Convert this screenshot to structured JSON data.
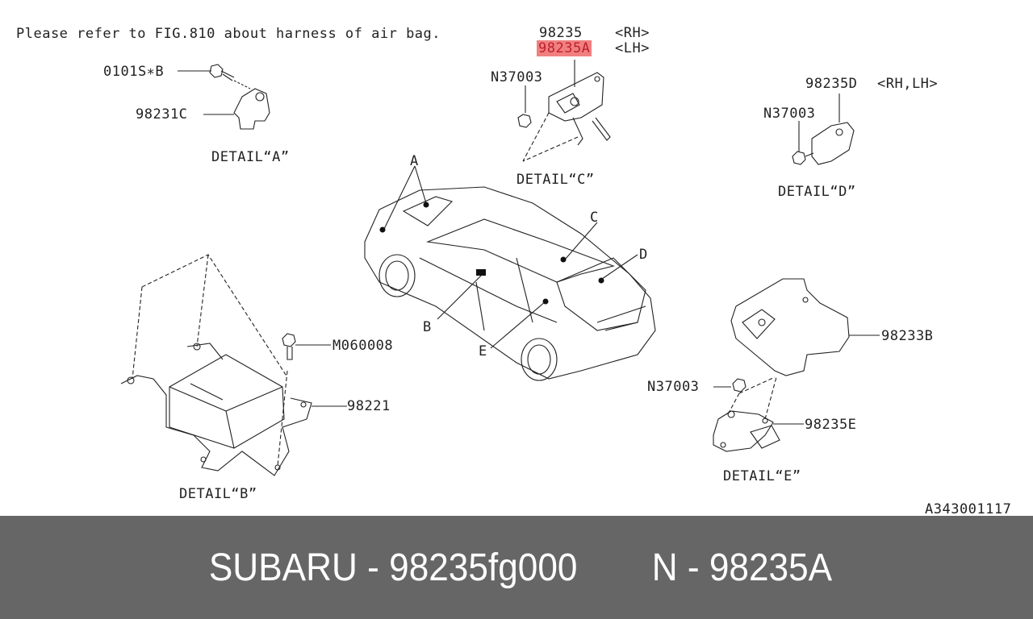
{
  "note": "Please refer to FIG.810 about harness of air bag.",
  "figure_id": "A343001117",
  "highlight_color": "#f08080",
  "highlight_text_color": "#c0202a",
  "footer": {
    "brand_part": "SUBARU - 98235fg000",
    "n_part": "N - 98235A",
    "background": "#666666"
  },
  "details": {
    "a": {
      "title": "DETAIL“A”",
      "parts": [
        "0101S∗B",
        "98231C"
      ]
    },
    "b": {
      "title": "DETAIL“B”",
      "parts": [
        "M060008",
        "98221"
      ]
    },
    "c": {
      "title": "DETAIL“C”",
      "parts": [
        "98235",
        "<RH>",
        "98235A",
        "<LH>",
        "N37003"
      ]
    },
    "d": {
      "title": "DETAIL“D”",
      "parts": [
        "98235D",
        "<RH,LH>",
        "N37003"
      ]
    },
    "e": {
      "title": "DETAIL“E”",
      "parts": [
        "98233B",
        "N37003",
        "98235E"
      ]
    }
  },
  "car_callouts": [
    "A",
    "B",
    "C",
    "D",
    "E"
  ]
}
